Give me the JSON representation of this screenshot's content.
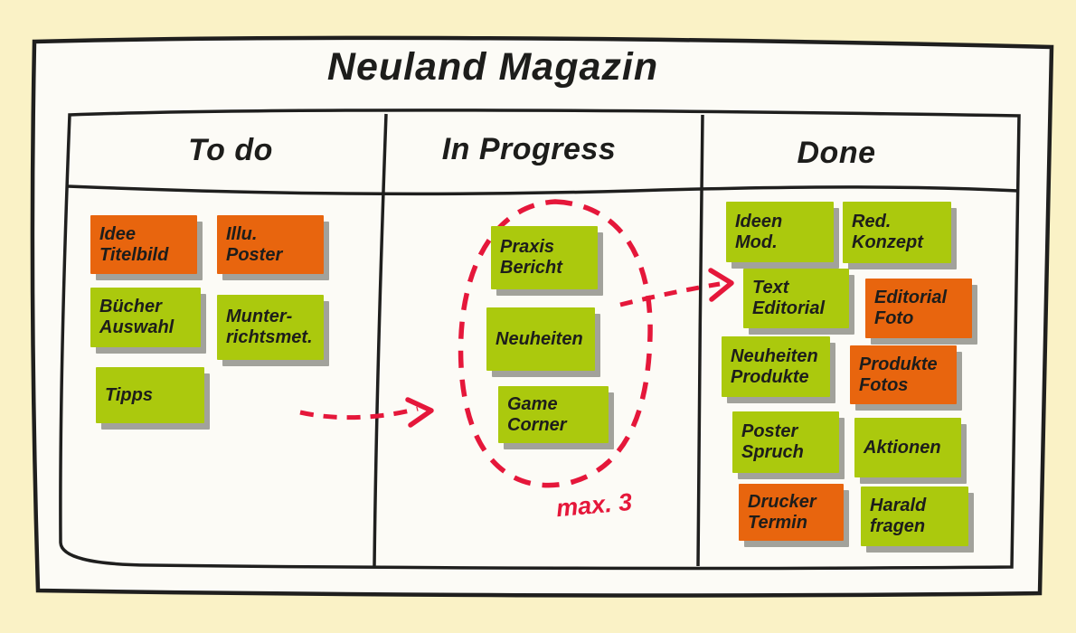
{
  "title": "Neuland Magazin",
  "annotation": {
    "wip_limit_label": "max. 3"
  },
  "palette": {
    "green": "#abc90d",
    "orange": "#e8650e",
    "red": "#e5173a",
    "ink": "#1d1d1b",
    "line": "#1f1f1e",
    "board_bg": "#fcfbf6",
    "page_bg": "#faf2c6",
    "shadow": "#a2a29b"
  },
  "columns": [
    {
      "id": "todo",
      "title": "To do",
      "notes": [
        {
          "label": "Idee\nTitelbild",
          "color": "orange"
        },
        {
          "label": "Illu.\nPoster",
          "color": "orange"
        },
        {
          "label": "Bücher\nAuswahl",
          "color": "green"
        },
        {
          "label": "Munter-\nrichtsmet.",
          "color": "green"
        },
        {
          "label": "Tipps",
          "color": "green"
        }
      ]
    },
    {
      "id": "in-progress",
      "title": "In Progress",
      "wip_limit": "max. 3",
      "notes": [
        {
          "label": "Praxis\nBericht",
          "color": "green"
        },
        {
          "label": "Neuheiten",
          "color": "green"
        },
        {
          "label": "Game\nCorner",
          "color": "green"
        }
      ]
    },
    {
      "id": "done",
      "title": "Done",
      "notes": [
        {
          "label": "Ideen\nMod.",
          "color": "green"
        },
        {
          "label": "Red.\nKonzept",
          "color": "green"
        },
        {
          "label": "Text\nEditorial",
          "color": "green"
        },
        {
          "label": "Editorial\nFoto",
          "color": "orange"
        },
        {
          "label": "Neuheiten\nProdukte",
          "color": "green"
        },
        {
          "label": "Produkte\nFotos",
          "color": "orange"
        },
        {
          "label": "Poster\nSpruch",
          "color": "green"
        },
        {
          "label": "Aktionen",
          "color": "green"
        },
        {
          "label": "Drucker\nTermin",
          "color": "orange"
        },
        {
          "label": "Harald\nfragen",
          "color": "green"
        }
      ]
    }
  ]
}
